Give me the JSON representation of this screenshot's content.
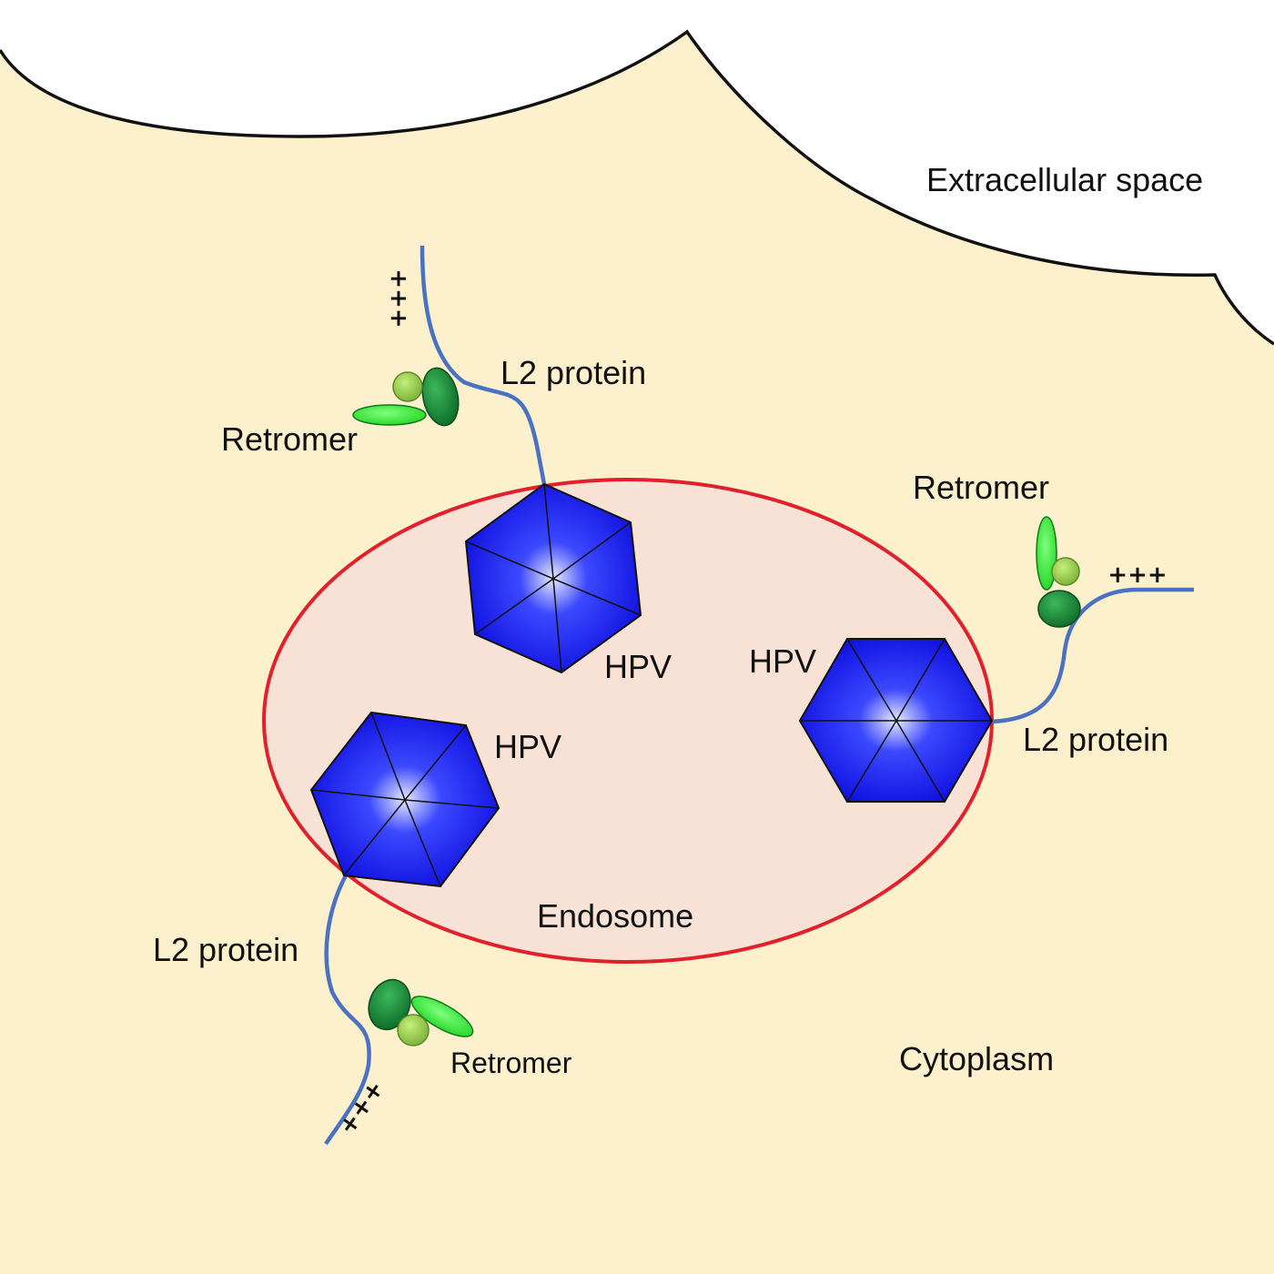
{
  "labels": {
    "extracellular": "Extracellular space",
    "cytoplasm": "Cytoplasm",
    "endosome": "Endosome",
    "hpv_top": "HPV",
    "hpv_right": "HPV",
    "hpv_left": "HPV",
    "l2_top": "L2 protein",
    "l2_right": "L2 protein",
    "l2_bottom": "L2 protein",
    "retromer_top": "Retromer",
    "retromer_right": "Retromer",
    "retromer_bottom": "Retromer",
    "charge_top": "+++",
    "charge_right": "+++",
    "charge_bottom": "+++"
  },
  "colors": {
    "cytoplasm": "#fdf0cc",
    "extracellular": "#ffffff",
    "endosome_fill": "#f8e2d6",
    "endosome_stroke": "#e0202a",
    "capsid_light": "#e8ecff",
    "capsid_mid": "#3c49ff",
    "capsid_dark": "#1010e0",
    "l2_strand": "#4a72c4",
    "retromer_dark": "#1a8a3c",
    "retromer_light_green": "#33ee33",
    "retromer_olive": "#9fd04a"
  },
  "icons": {
    "capsid": "hexagon-capsid-icon",
    "retromer": "retromer-complex-icon"
  }
}
